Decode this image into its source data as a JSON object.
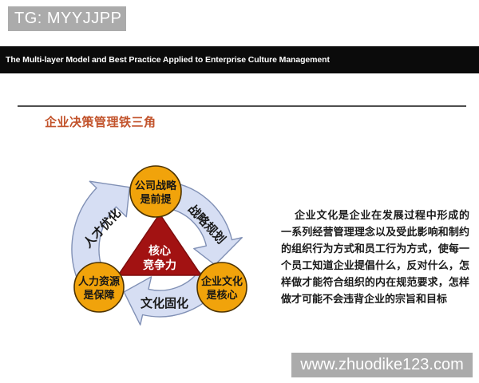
{
  "watermark_top": {
    "label": "TG: MYYJJPP"
  },
  "watermark_bottom": {
    "label": "www.zhuodike123.com"
  },
  "banner": {
    "title": "The Multi-layer Model and Best Practice Applied to Enterprise Culture Management"
  },
  "slide": {
    "title": "企业决策管理铁三角",
    "body_paragraph": "企业文化是企业在发展过程中形成的一系列经营管理理念以及受此影响和制约的组织行为方式和员工行为方式，使每一个员工知道企业提倡什么，反对什么，怎样做才能符合组织的内在规范要求，怎样做才可能不会违背企业的宗旨和目标"
  },
  "diagram": {
    "core": {
      "line1": "核心",
      "line2": "竞争力"
    },
    "nodes": [
      {
        "id": "top",
        "line1": "公司战略",
        "line2": "是前提"
      },
      {
        "id": "bottom-left",
        "line1": "人力资源",
        "line2": "是保障"
      },
      {
        "id": "bottom-right",
        "line1": "企业文化",
        "line2": "是核心"
      }
    ],
    "arrows": [
      {
        "id": "left",
        "label": "人才优化"
      },
      {
        "id": "right",
        "label": "战略规划"
      },
      {
        "id": "bottom",
        "label": "文化固化"
      }
    ],
    "colors": {
      "node_fill": "#F1A30B",
      "node_stroke": "#4D3300",
      "triangle_fill": "#A21212",
      "arrow_fill": "#D6DEF3",
      "arrow_stroke": "#8090B5",
      "core_text": "#FFFFFF"
    }
  },
  "colors": {
    "banner_bg": "#0B0B0B",
    "banner_text": "#FFFFFF",
    "watermark_bg": "#ABABAB",
    "watermark_text": "#FFFFFF",
    "title_text": "#C2532B",
    "body_text": "#1A1A1A"
  }
}
